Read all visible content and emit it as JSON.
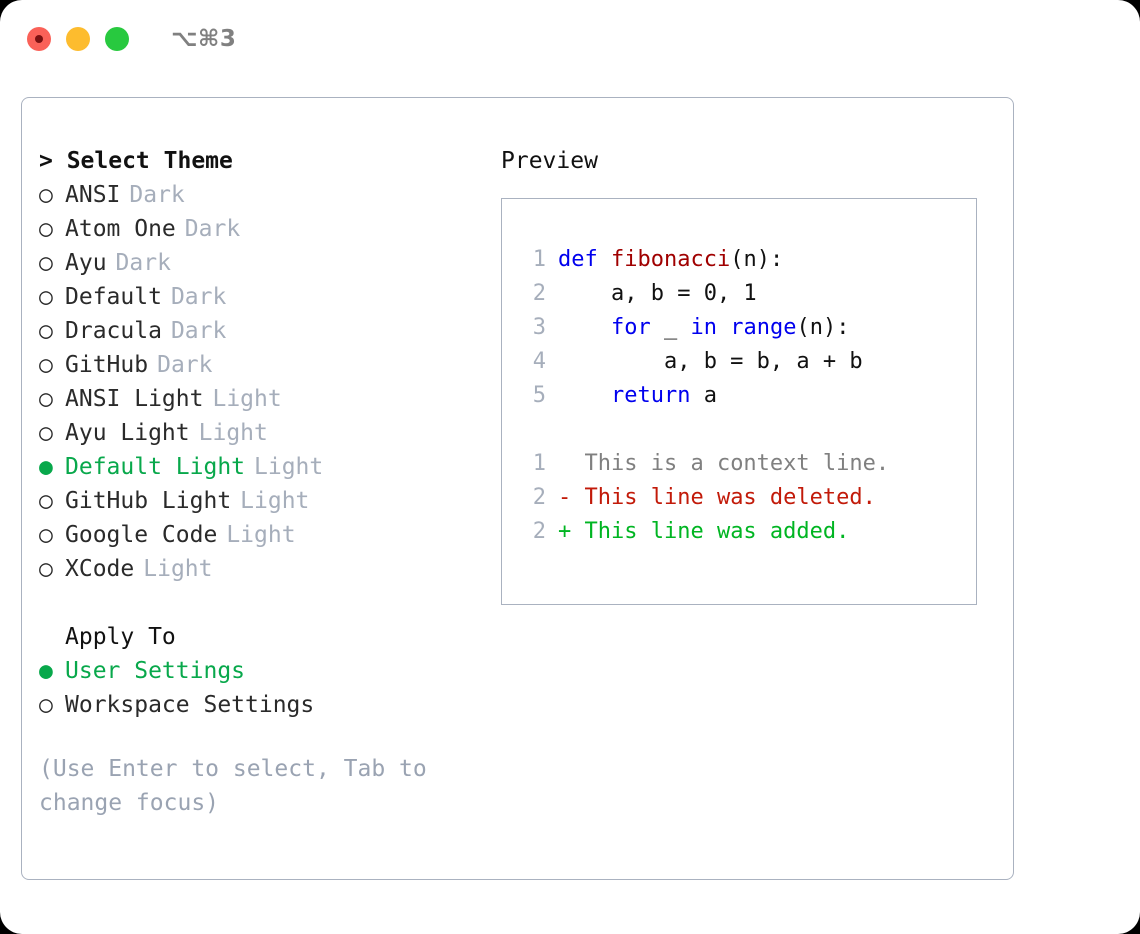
{
  "titlebar": {
    "shortcut": "⌥⌘3",
    "buttons": [
      "close",
      "minimize",
      "maximize"
    ]
  },
  "theme_list": {
    "header": "> Select Theme",
    "items": [
      {
        "marker": "○",
        "name": "ANSI",
        "tag": "Dark",
        "selected": false
      },
      {
        "marker": "○",
        "name": "Atom One",
        "tag": "Dark",
        "selected": false
      },
      {
        "marker": "○",
        "name": "Ayu",
        "tag": "Dark",
        "selected": false
      },
      {
        "marker": "○",
        "name": "Default",
        "tag": "Dark",
        "selected": false
      },
      {
        "marker": "○",
        "name": "Dracula",
        "tag": "Dark",
        "selected": false
      },
      {
        "marker": "○",
        "name": "GitHub",
        "tag": "Dark",
        "selected": false
      },
      {
        "marker": "○",
        "name": "ANSI Light",
        "tag": "Light",
        "selected": false
      },
      {
        "marker": "○",
        "name": "Ayu Light",
        "tag": "Light",
        "selected": false
      },
      {
        "marker": "●",
        "name": "Default Light",
        "tag": "Light",
        "selected": true
      },
      {
        "marker": "○",
        "name": "GitHub Light",
        "tag": "Light",
        "selected": false
      },
      {
        "marker": "○",
        "name": "Google Code",
        "tag": "Light",
        "selected": false
      },
      {
        "marker": "○",
        "name": "XCode",
        "tag": "Light",
        "selected": false
      }
    ]
  },
  "apply_to": {
    "label": "Apply To",
    "items": [
      {
        "marker": "●",
        "name": "User Settings",
        "selected": true
      },
      {
        "marker": "○",
        "name": "Workspace Settings",
        "selected": false
      }
    ]
  },
  "hint": "(Use Enter to select, Tab to change focus)",
  "preview": {
    "title": "Preview",
    "code": [
      {
        "lineno": "1",
        "tokens": [
          {
            "t": "def",
            "k": "kw"
          },
          {
            "t": " ",
            "k": "pl"
          },
          {
            "t": "fibonacci",
            "k": "fn"
          },
          {
            "t": "(n):",
            "k": "pl"
          }
        ]
      },
      {
        "lineno": "2",
        "tokens": [
          {
            "t": "    a, b = 0, 1",
            "k": "pl"
          }
        ]
      },
      {
        "lineno": "3",
        "tokens": [
          {
            "t": "    ",
            "k": "pl"
          },
          {
            "t": "for",
            "k": "kw"
          },
          {
            "t": " _ ",
            "k": "pl"
          },
          {
            "t": "in",
            "k": "kw"
          },
          {
            "t": " ",
            "k": "pl"
          },
          {
            "t": "range",
            "k": "bi"
          },
          {
            "t": "(n):",
            "k": "pl"
          }
        ]
      },
      {
        "lineno": "4",
        "tokens": [
          {
            "t": "        a, b = b, a + b",
            "k": "pl"
          }
        ]
      },
      {
        "lineno": "5",
        "tokens": [
          {
            "t": "    ",
            "k": "pl"
          },
          {
            "t": "return",
            "k": "kw"
          },
          {
            "t": " a",
            "k": "pl"
          }
        ]
      }
    ],
    "diff": [
      {
        "lineno": "1",
        "sign": " ",
        "text": " This is a context line.",
        "kind": "context"
      },
      {
        "lineno": "2",
        "sign": "-",
        "text": " This line was deleted.",
        "kind": "deleted"
      },
      {
        "lineno": "2",
        "sign": "+",
        "text": " This line was added.",
        "kind": "added"
      }
    ]
  },
  "colors": {
    "accent_green": "#08a84b",
    "muted": "#a6aebb",
    "hint": "#9aa3b2",
    "border": "#aab2c0",
    "keyword": "#0000ee",
    "function": "#a00000",
    "diff_added": "#00b522",
    "diff_deleted": "#c21a09",
    "diff_context": "#808080"
  }
}
